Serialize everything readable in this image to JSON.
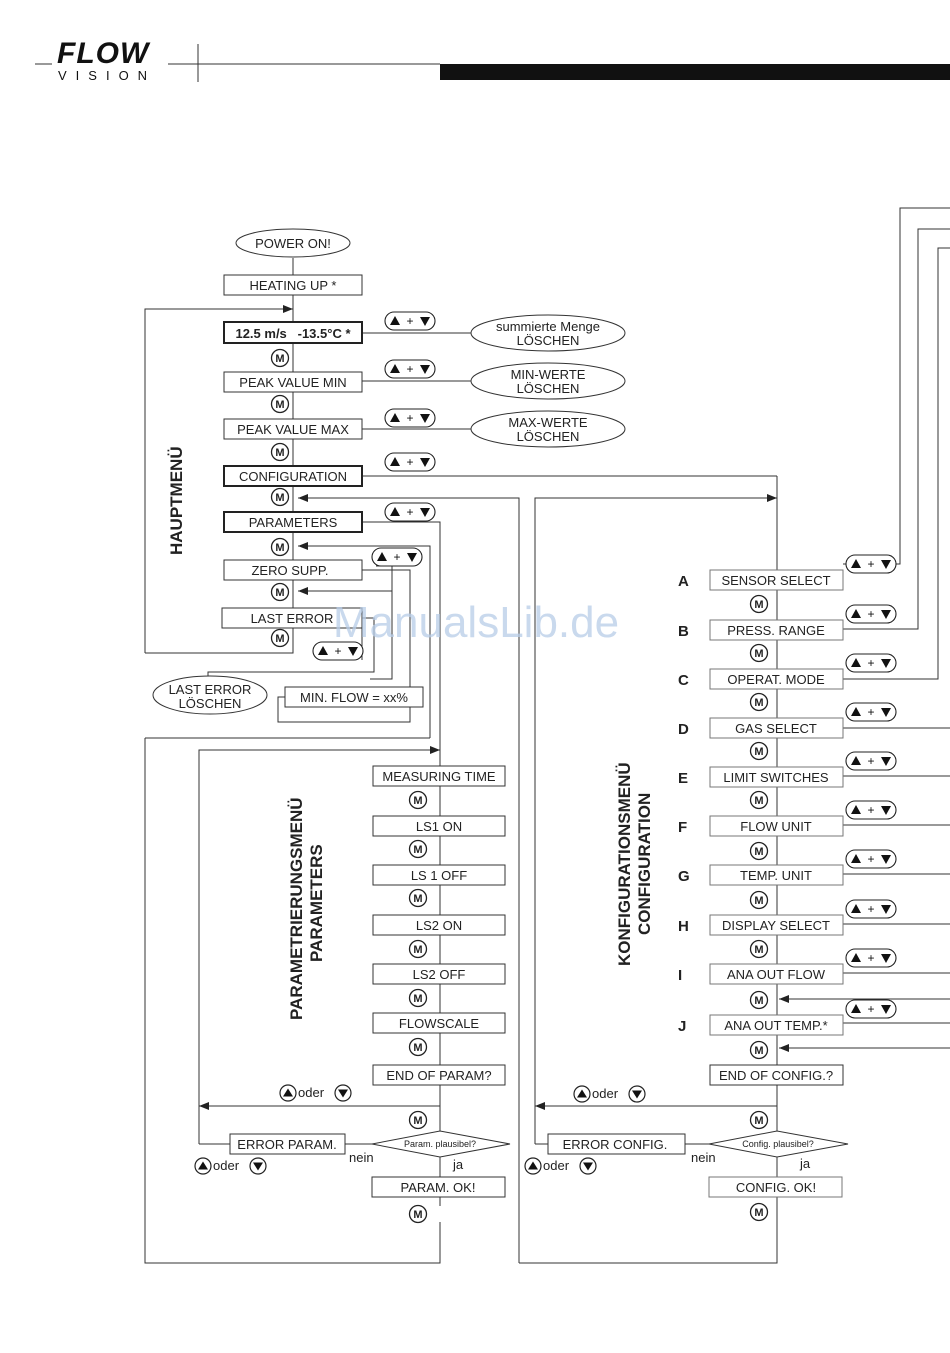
{
  "header": {
    "logo_text": "FLOW",
    "logo_sub": "VISION"
  },
  "main_menu": {
    "title": "HAUPTMENÜ",
    "power_on": "POWER ON!",
    "heating_up": "HEATING UP *",
    "reading": "12.5 m/s   -13.5°C *",
    "peak_min": "PEAK VALUE MIN",
    "peak_max": "PEAK VALUE MAX",
    "configuration": "CONFIGURATION",
    "parameters": "PARAMETERS",
    "zero_supp": "ZERO SUPP.",
    "last_error": "LAST ERROR",
    "min_flow": "MIN. FLOW = xx%",
    "clear_total": [
      "summierte Menge",
      "LÖSCHEN"
    ],
    "clear_min": [
      "MIN-WERTE",
      "LÖSCHEN"
    ],
    "clear_max": [
      "MAX-WERTE",
      "LÖSCHEN"
    ],
    "clear_last_error": [
      "LAST ERROR",
      "LÖSCHEN"
    ]
  },
  "key_labels": {
    "m": "M",
    "up_plus_down": "+",
    "oder": "oder",
    "nein": "nein",
    "ja": "ja"
  },
  "param_menu": {
    "title": [
      "PARAMETRIERUNGSMENÜ",
      "PARAMETERS"
    ],
    "items": [
      "MEASURING TIME",
      "LS1 ON",
      "LS 1 OFF",
      "LS2 ON",
      "LS2 OFF",
      "FLOWSCALE",
      "END OF PARAM?"
    ],
    "decision": "Param. plausibel?",
    "error": "ERROR PARAM.",
    "ok": "PARAM. OK!"
  },
  "config_menu": {
    "title": [
      "KONFIGURATIONSMENÜ",
      "CONFIGURATION"
    ],
    "letters": [
      "A",
      "B",
      "C",
      "D",
      "E",
      "F",
      "G",
      "H",
      "I",
      "J"
    ],
    "items": [
      "SENSOR SELECT",
      "PRESS. RANGE",
      "OPERAT. MODE",
      "GAS SELECT",
      "LIMIT SWITCHES",
      "FLOW UNIT",
      "TEMP. UNIT",
      "DISPLAY SELECT",
      "ANA OUT FLOW",
      "ANA OUT TEMP.*"
    ],
    "end": "END OF CONFIG.?",
    "decision": "Config. plausibel?",
    "error": "ERROR CONFIG.",
    "ok": "CONFIG. OK!"
  },
  "watermark": "ManualsLib.de"
}
